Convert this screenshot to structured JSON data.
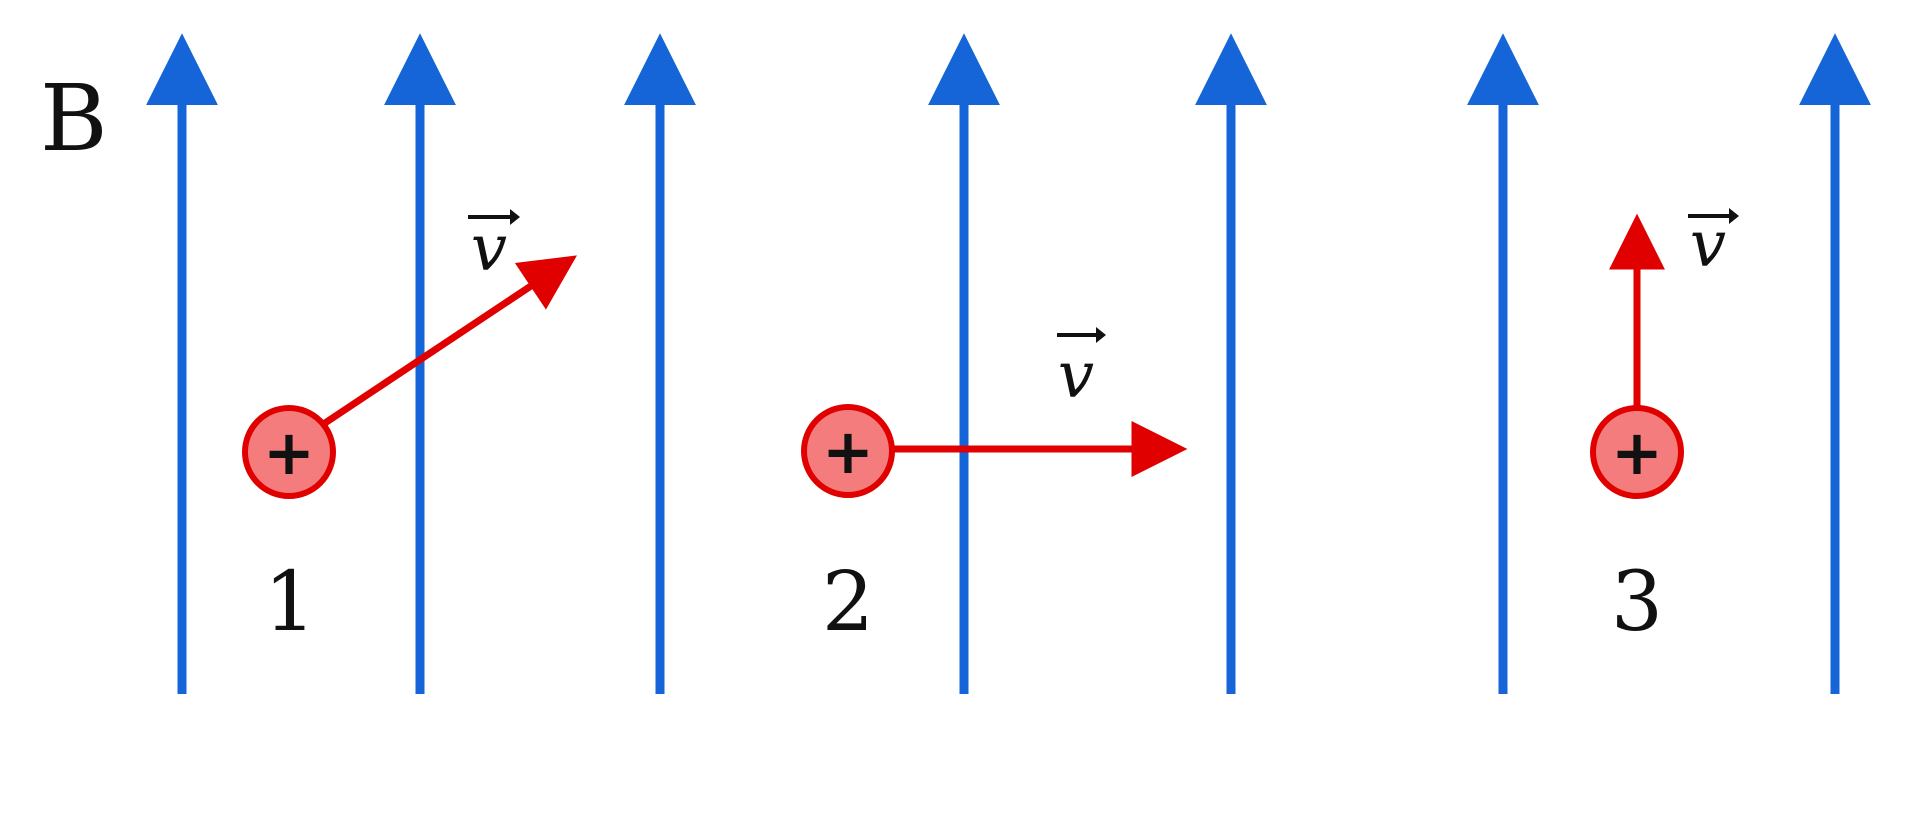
{
  "field": {
    "label": "B",
    "direction": "up",
    "color": "#1565D8",
    "line_count": 7
  },
  "particles": [
    {
      "number": "1",
      "charge_symbol": "+",
      "velocity_label": "v",
      "velocity_direction": "up-right"
    },
    {
      "number": "2",
      "charge_symbol": "+",
      "velocity_label": "v",
      "velocity_direction": "right"
    },
    {
      "number": "3",
      "charge_symbol": "+",
      "velocity_label": "v",
      "velocity_direction": "up"
    }
  ],
  "colors": {
    "velocity_arrow": "#E00000",
    "particle_fill": "#F47C7C",
    "particle_stroke": "#E00000",
    "text": "#111111"
  }
}
